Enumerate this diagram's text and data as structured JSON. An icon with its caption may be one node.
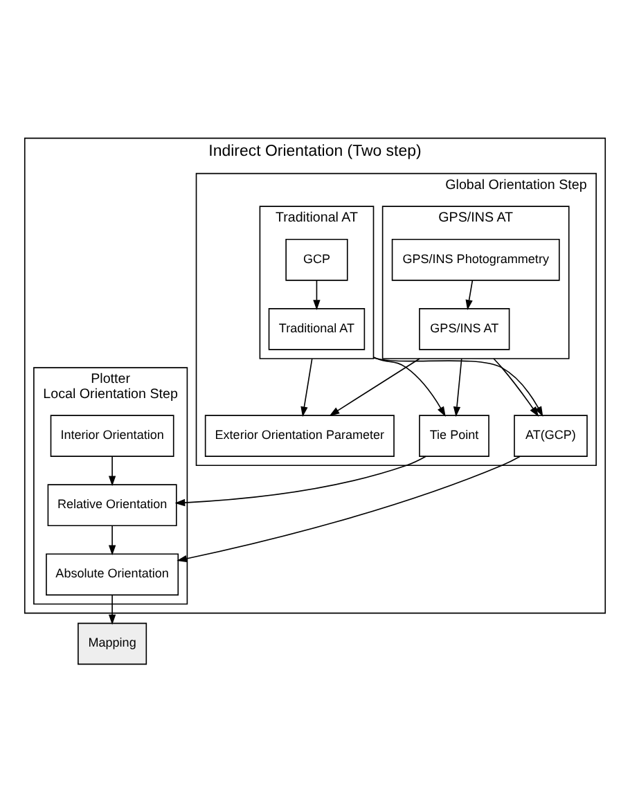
{
  "diagram": {
    "nodes": [
      {
        "text": [
          "Indirect Orientation (Two step)"
        ]
      },
      {
        "text": [
          "Global Orientation Step"
        ],
        "in": 0
      },
      {
        "text": [
          "GPS/INS AT"
        ],
        "in": 1
      },
      {
        "text": [
          "GPS/INS Photogrammetry"
        ],
        "in": 2
      },
      {
        "text": [
          "GPS/INS AT"
        ],
        "in": 2
      },
      {
        "text": [
          "Traditional AT"
        ],
        "in": 1
      },
      {
        "text": [
          "GCP"
        ],
        "in": 5
      },
      {
        "text": [
          "Traditional AT"
        ],
        "in": 5
      },
      {
        "text": [
          "AT(GCP)"
        ],
        "in": 1
      },
      {
        "text": [
          "Exterior Orientation Parameter"
        ],
        "in": 1
      },
      {
        "text": [
          "Tie Point"
        ],
        "in": 1
      },
      {
        "text": [
          "Plotter",
          "Local Orientation Step"
        ],
        "in": 0
      },
      {
        "text": [
          "Interior Orientation"
        ],
        "in": 11
      },
      {
        "text": [
          "Relative Orientation"
        ],
        "in": 11
      },
      {
        "text": [
          "Absolute Orientation"
        ],
        "in": 11
      },
      {
        "text": [
          "Mapping"
        ]
      }
    ],
    "edges": [
      {
        "from": 3,
        "to": 4,
        "arrow": "to"
      },
      {
        "from": 6,
        "to": 7,
        "arrow": "to"
      },
      {
        "from": 2,
        "to": 8,
        "arrow": "to"
      },
      {
        "from": 2,
        "to": 9,
        "arrow": "to"
      },
      {
        "from": 2,
        "to": 10,
        "arrow": "to"
      },
      {
        "from": 5,
        "to": 8,
        "arrow": "to"
      },
      {
        "from": 5,
        "to": 9,
        "arrow": "to"
      },
      {
        "from": 5,
        "to": 10,
        "arrow": "to"
      },
      {
        "from": 12,
        "to": 13,
        "arrow": "to"
      },
      {
        "from": 13,
        "to": 14,
        "arrow": "to"
      },
      {
        "from": 10,
        "to": 13,
        "arrow": "to"
      },
      {
        "from": 8,
        "to": 14,
        "arrow": "to"
      },
      {
        "from": 14,
        "to": 15,
        "arrow": "to"
      }
    ]
  }
}
